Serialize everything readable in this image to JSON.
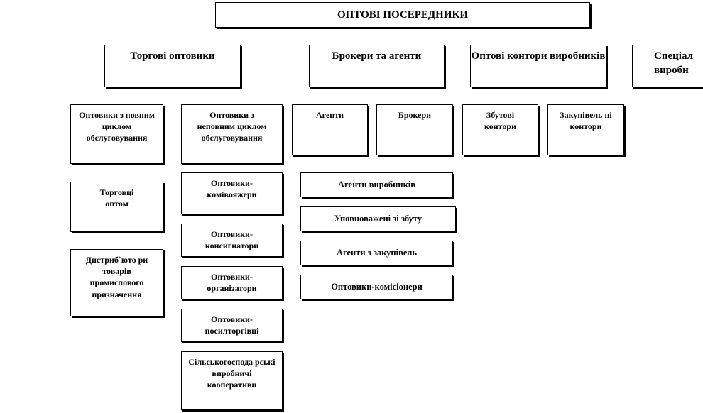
{
  "title": "ОПТОВІ ПОСЕРЕДНИКИ",
  "level1": {
    "trade_wholesalers": "Торгові оптовики",
    "brokers_agents": "Брокери та агенти",
    "manufacturer_offices": "Оптові контори виробників",
    "specialized_cut": "Спеціал виробн"
  },
  "level2": {
    "full_service": "Оптовики з повним циклом обслуговування",
    "limited_service": "Оптовики з неповним циклом обслуговування",
    "agents": "Агенти",
    "brokers": "Брокери",
    "sales_offices": "Збутові контори",
    "purchase_offices": "Закупівель ні контори"
  },
  "full_service_children": [
    "Торговці оптом",
    "Дистриб`юто ри товарів промислового призначення"
  ],
  "limited_service_children": [
    "Оптовики-комівояжери",
    "Оптовики-консигнатори",
    "Оптовики-організатори",
    "Оптовики-посилторгівці",
    "Сільськогоспода рські виробничі кооперативи"
  ],
  "agent_children": [
    "Агенти виробників",
    "Уповноважені зі збуту",
    "Агенти з закупівель",
    "Оптовики-комісіонери"
  ]
}
